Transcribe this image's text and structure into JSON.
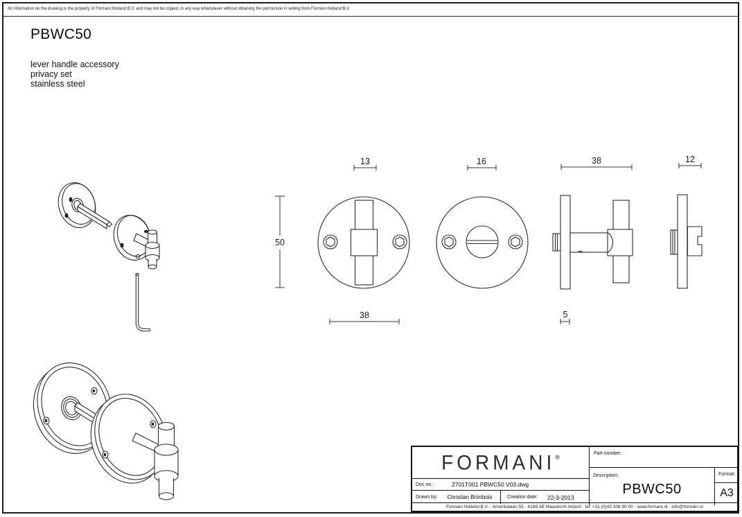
{
  "disclaimer": "All information on the drawing is the property of Formani Holland B.V. and may not be copied, in any way whatsoever without obtaining the permission in writing from Formani Holland B.V",
  "header": {
    "product_code": "PBWC50",
    "description_line1": "lever handle accessory",
    "description_line2": "privacy set",
    "description_line3": "stainless steel"
  },
  "dimensions": {
    "front_turn_width": "13",
    "back_release_width": "16",
    "side_total_depth": "38",
    "side2_depth": "12",
    "rosette_diameter": "50",
    "turn_length": "38",
    "rosette_thickness": "5"
  },
  "title_block": {
    "logo": "FORMANI",
    "logo_registered": "®",
    "doc_no_label": "Doc no.:",
    "doc_no_value": "2701T001 PBWC50 V03.dwg",
    "drawn_by_label": "Drawn by:",
    "drawn_by_value": "Christian Brimbois",
    "creation_date_label": "Creation date:",
    "creation_date_value": "22-3-2013",
    "part_number_label": "Part number:",
    "part_number_value": "",
    "description_label": "Description:",
    "description_value": "PBWC50",
    "format_label": "Format:",
    "format_value": "A3",
    "footer": "Formani Holland B.V.  ·  Amerikalaan 55  ·  6199 AE Maastricht Airport  ·  tel: +31 (0)43 308 90 00  ·  www.formani.nl  ·  info@formani.nl"
  }
}
